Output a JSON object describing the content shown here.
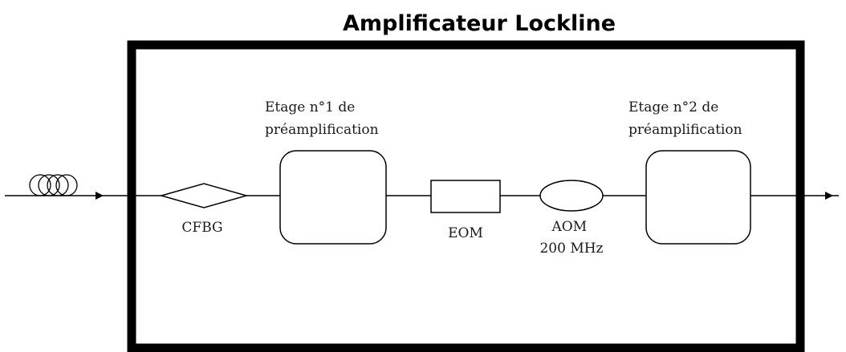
{
  "title": "Amplificateur Lockline",
  "components": {
    "cfbg": "CFBG",
    "stage1": [
      "Etage n°1 de",
      "préamplification"
    ],
    "eom": "EOM",
    "aom": [
      "AOM",
      "200 MHz"
    ],
    "stage2": [
      "Etage n°2 de",
      "préamplification"
    ]
  },
  "icons": {
    "fiber": "fiber-coil-icon",
    "arrow": "arrow-right-icon"
  },
  "colors": {
    "stroke": "#000000",
    "background": "#ffffff"
  }
}
